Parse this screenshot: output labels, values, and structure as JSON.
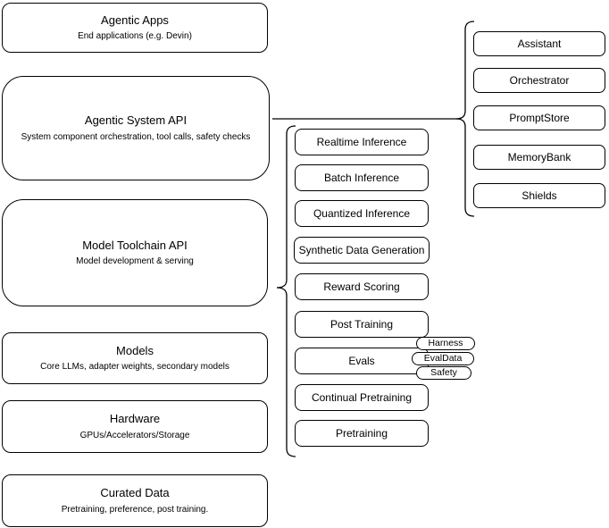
{
  "diagram": {
    "background": "#ffffff",
    "stroke_color": "#000000",
    "text_color": "#000000",
    "left_stack": [
      {
        "title": "Agentic Apps",
        "subtitle": "End applications (e.g. Devin)"
      },
      {
        "title": "Agentic System API",
        "subtitle": "System component orchestration, tool calls, safety checks"
      },
      {
        "title": "Model Toolchain API",
        "subtitle": "Model development & serving"
      },
      {
        "title": "Models",
        "subtitle": "Core LLMs, adapter weights, secondary models"
      },
      {
        "title": "Hardware",
        "subtitle": "GPUs/Accelerators/Storage"
      },
      {
        "title": "Curated Data",
        "subtitle": "Pretraining, preference, post training."
      }
    ],
    "toolchain_items": [
      {
        "label": "Realtime Inference"
      },
      {
        "label": "Batch Inference"
      },
      {
        "label": "Quantized Inference"
      },
      {
        "label": "Synthetic Data Generation"
      },
      {
        "label": "Reward Scoring"
      },
      {
        "label": "Post Training"
      },
      {
        "label": "Evals"
      },
      {
        "label": "Continual Pretraining"
      },
      {
        "label": "Pretraining"
      }
    ],
    "evals_badges": [
      {
        "label": "Harness"
      },
      {
        "label": "EvalData"
      },
      {
        "label": "Safety"
      }
    ],
    "system_components": [
      {
        "label": "Assistant"
      },
      {
        "label": "Orchestrator"
      },
      {
        "label": "PromptStore"
      },
      {
        "label": "MemoryBank"
      },
      {
        "label": "Shields"
      }
    ]
  }
}
